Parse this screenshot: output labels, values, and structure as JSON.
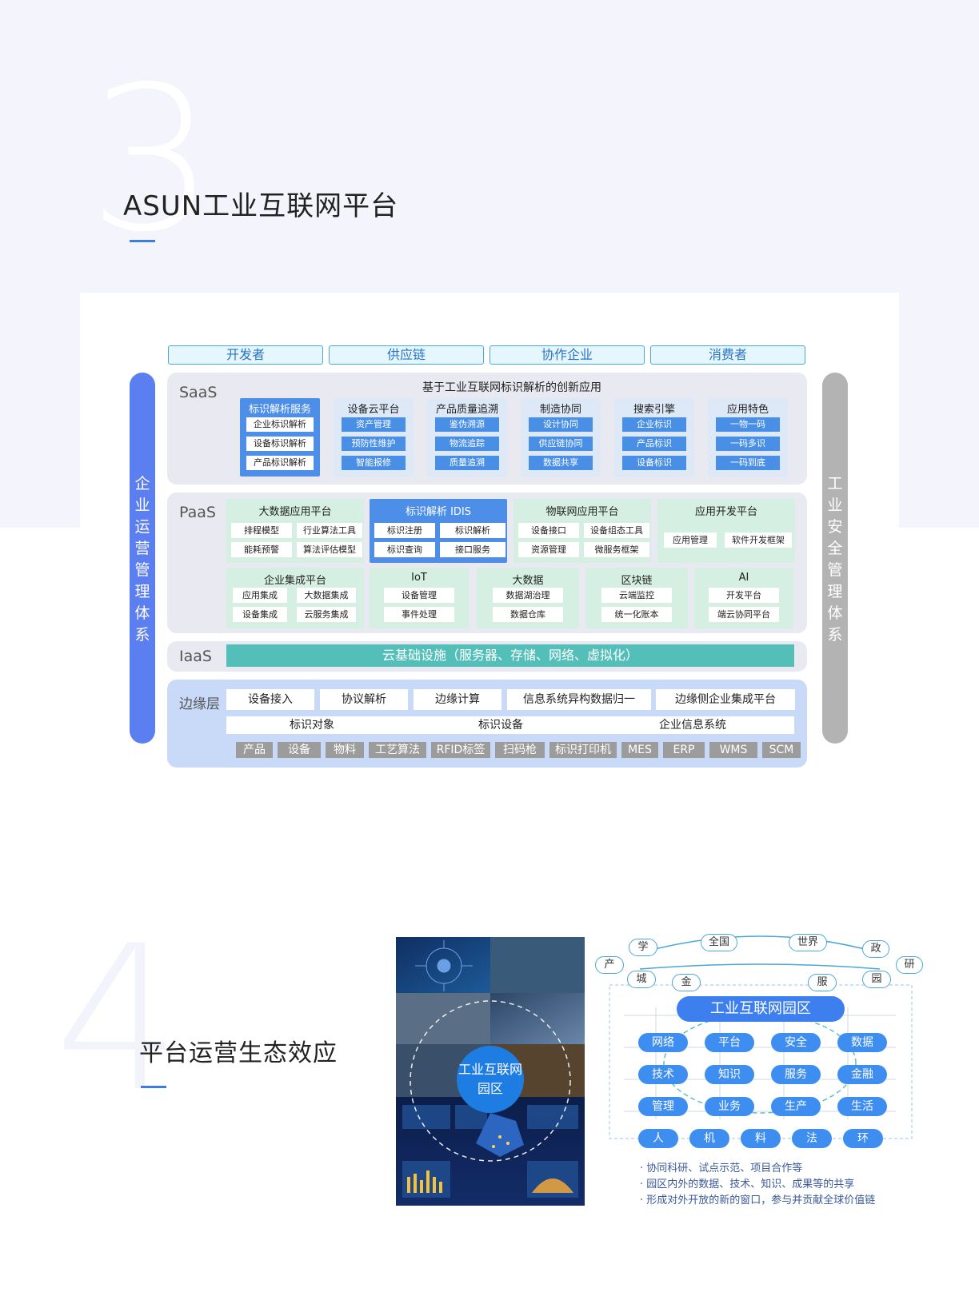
{
  "section3": {
    "number": "3",
    "title": "ASUN工业互联网平台"
  },
  "top_pills": [
    "开发者",
    "供应链",
    "协作企业",
    "消费者"
  ],
  "left_bar": "企业运营管理体系",
  "right_bar": "工业安全管理体系",
  "saas": {
    "label": "SaaS",
    "header": "基于工业互联网标识解析的创新应用",
    "columns": [
      {
        "title": "标识解析服务",
        "items": [
          "企业标识解析",
          "设备标识解析",
          "产品标识解析"
        ]
      },
      {
        "title": "设备云平台",
        "items": [
          "资产管理",
          "预防性维护",
          "智能报修"
        ]
      },
      {
        "title": "产品质量追溯",
        "items": [
          "鉴伪溯源",
          "物流追踪",
          "质量追溯"
        ]
      },
      {
        "title": "制造协同",
        "items": [
          "设计协同",
          "供应链协同",
          "数据共享"
        ]
      },
      {
        "title": "搜索引擎",
        "items": [
          "企业标识",
          "产品标识",
          "设备标识"
        ]
      },
      {
        "title": "应用特色",
        "items": [
          "一物一码",
          "一码多识",
          "一码到底"
        ]
      }
    ]
  },
  "paas": {
    "label": "PaaS",
    "row1": [
      {
        "title": "大数据应用平台",
        "items": [
          "排程模型",
          "行业算法工具",
          "能耗预警",
          "算法评估模型"
        ]
      },
      {
        "title": "标识解析 IDIS",
        "items": [
          "标识注册",
          "标识解析",
          "标识查询",
          "接口服务"
        ]
      },
      {
        "title": "物联网应用平台",
        "items": [
          "设备接口",
          "设备组态工具",
          "资源管理",
          "微服务框架"
        ]
      },
      {
        "title": "应用开发平台",
        "items": [
          "应用管理",
          "软件开发框架"
        ]
      }
    ],
    "row2": [
      {
        "title": "企业集成平台",
        "items": [
          "应用集成",
          "大数据集成",
          "设备集成",
          "云服务集成"
        ]
      },
      {
        "title": "IoT",
        "items": [
          "设备管理",
          "事件处理"
        ]
      },
      {
        "title": "大数据",
        "items": [
          "数据湖治理",
          "数据仓库"
        ]
      },
      {
        "title": "区块链",
        "items": [
          "云端监控",
          "统一化账本"
        ]
      },
      {
        "title": "AI",
        "items": [
          "开发平台",
          "端云协同平台"
        ]
      }
    ]
  },
  "iaas": {
    "label": "IaaS",
    "bar": "云基础设施（服务器、存储、网络、虚拟化）"
  },
  "edge": {
    "label": "边缘层",
    "row1": [
      "设备接入",
      "协议解析",
      "边缘计算",
      "信息系统异构数据归一",
      "边缘侧企业集成平台"
    ],
    "row2": [
      "标识对象",
      "标识设备",
      "企业信息系统"
    ],
    "row3": [
      "产品",
      "设备",
      "物料",
      "工艺算法",
      "RFID标签",
      "扫码枪",
      "标识打印机",
      "MES",
      "ERP",
      "WMS",
      "SCM"
    ]
  },
  "section4": {
    "number": "4",
    "title": "平台运营生态效应"
  },
  "photo_caption": [
    "工业互联网",
    "园区"
  ],
  "eco": {
    "ring": [
      "学",
      "全国",
      "世界",
      "政",
      "产",
      "研",
      "城",
      "金",
      "服",
      "园"
    ],
    "center": "工业互联网园区",
    "grid": [
      "网络",
      "平台",
      "安全",
      "数据",
      "技术",
      "知识",
      "服务",
      "金融",
      "管理",
      "业务",
      "生产",
      "生活",
      "人",
      "机",
      "料",
      "法",
      "环"
    ],
    "bullets": [
      "· 协同科研、试点示范、项目合作等",
      "· 园区内外的数据、技术、知识、成果等的共享",
      "· 形成对外开放的新的窗口，参与并贡献全球价值链"
    ]
  },
  "colors": {
    "accent": "#3a7fe0",
    "left_bar": "#5b7ef0",
    "right_bar": "#b3b3b3",
    "iaas": "#53bfb8"
  }
}
